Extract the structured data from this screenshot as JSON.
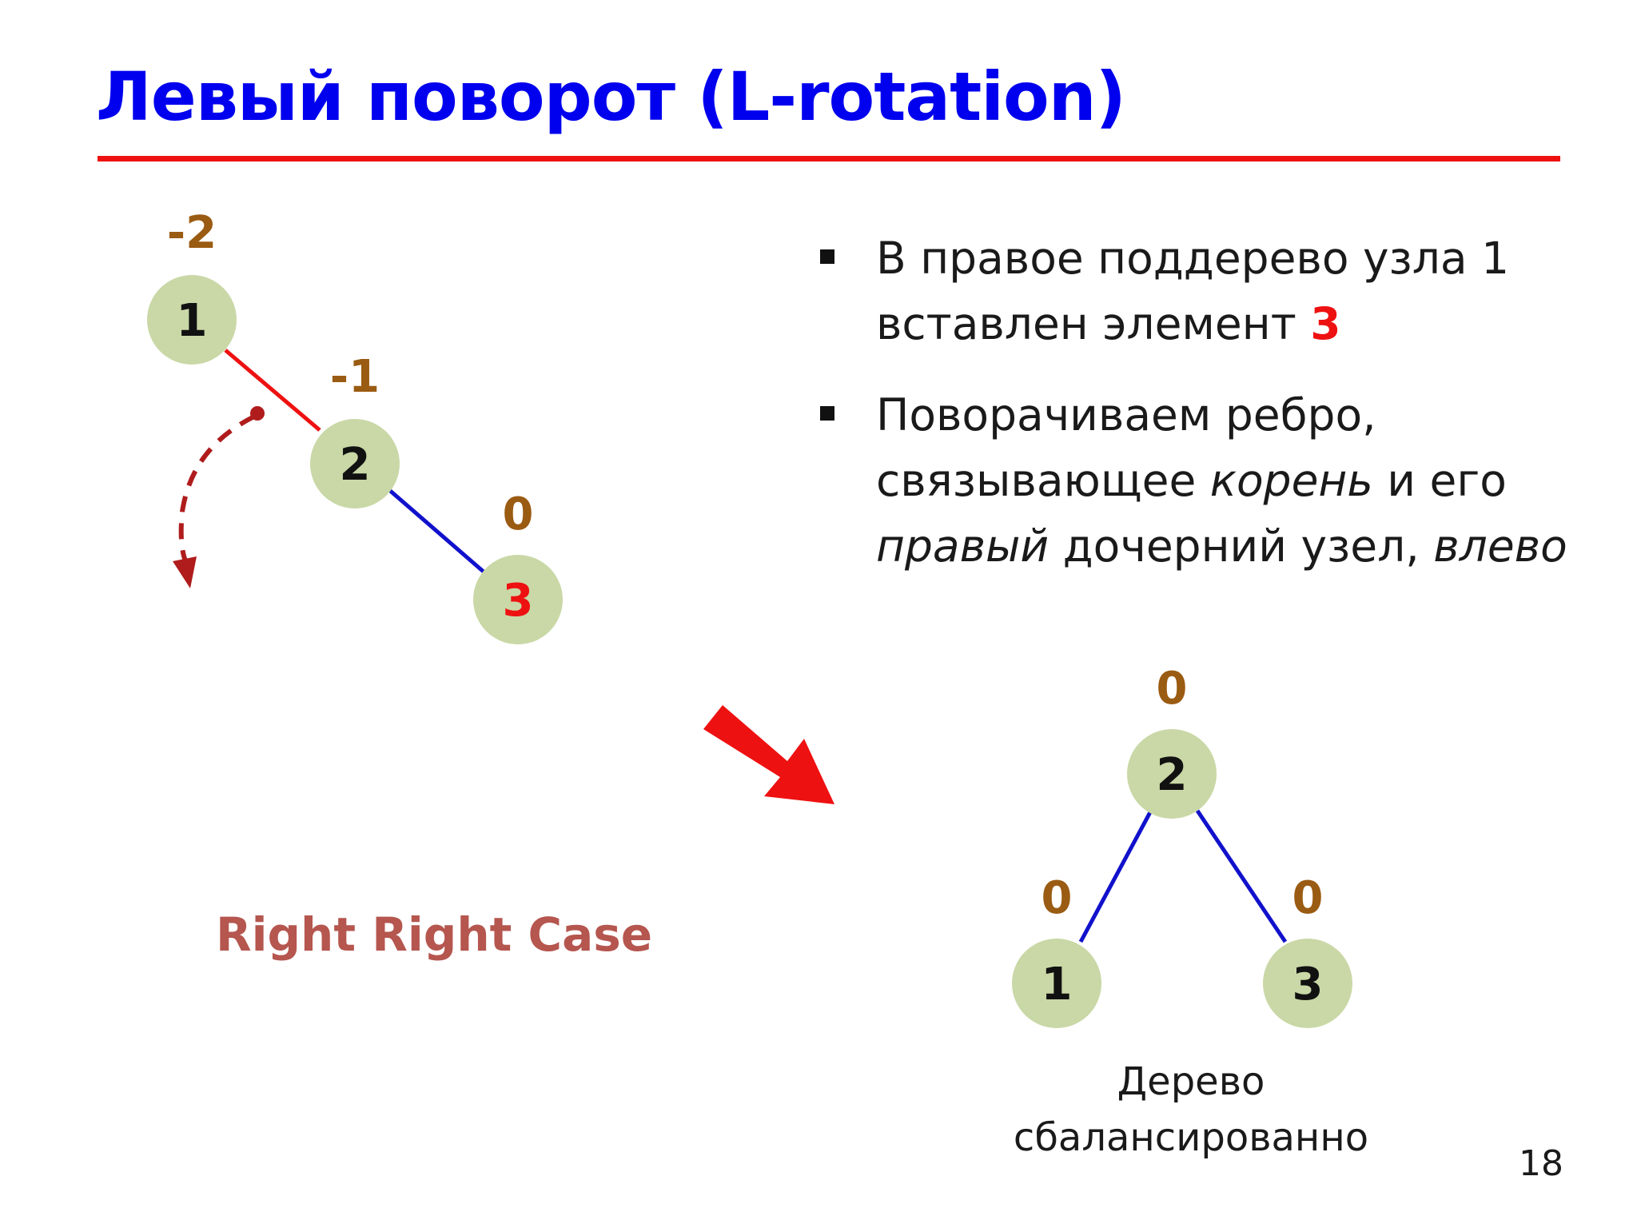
{
  "title": "Левый поворот (L-rotation)",
  "bullets": [
    {
      "line1": "В правое поддерево узла 1",
      "line2_pre": "вставлен элемент ",
      "line2_num": "3"
    },
    {
      "line1": "Поворачиваем ребро,",
      "line2_pre": "связывающее ",
      "line2_em": "корень",
      "line2_post": " и его",
      "line3_em1": "правый",
      "line3_mid": " дочерний узел, ",
      "line3_em2": "влево"
    }
  ],
  "before_tree": {
    "nodes": [
      {
        "label": "1",
        "balance": "-2"
      },
      {
        "label": "2",
        "balance": "-1"
      },
      {
        "label": "3",
        "balance": "0"
      }
    ]
  },
  "after_tree": {
    "nodes": [
      {
        "label": "2",
        "balance": "0"
      },
      {
        "label": "1",
        "balance": "0"
      },
      {
        "label": "3",
        "balance": "0"
      }
    ]
  },
  "case_label": "Right Right Case",
  "caption_line1": "Дерево",
  "caption_line2": "сбалансированно",
  "page_number": "18",
  "colors": {
    "title": "#0000ee",
    "rule": "#ee1111",
    "node_fill": "#c9d8a6",
    "balance_text": "#9a5b12",
    "edge_red": "#ee1111",
    "edge_blue": "#1111cc",
    "arrow_dashed": "#b01c1c",
    "case_label": "#b5564f"
  }
}
